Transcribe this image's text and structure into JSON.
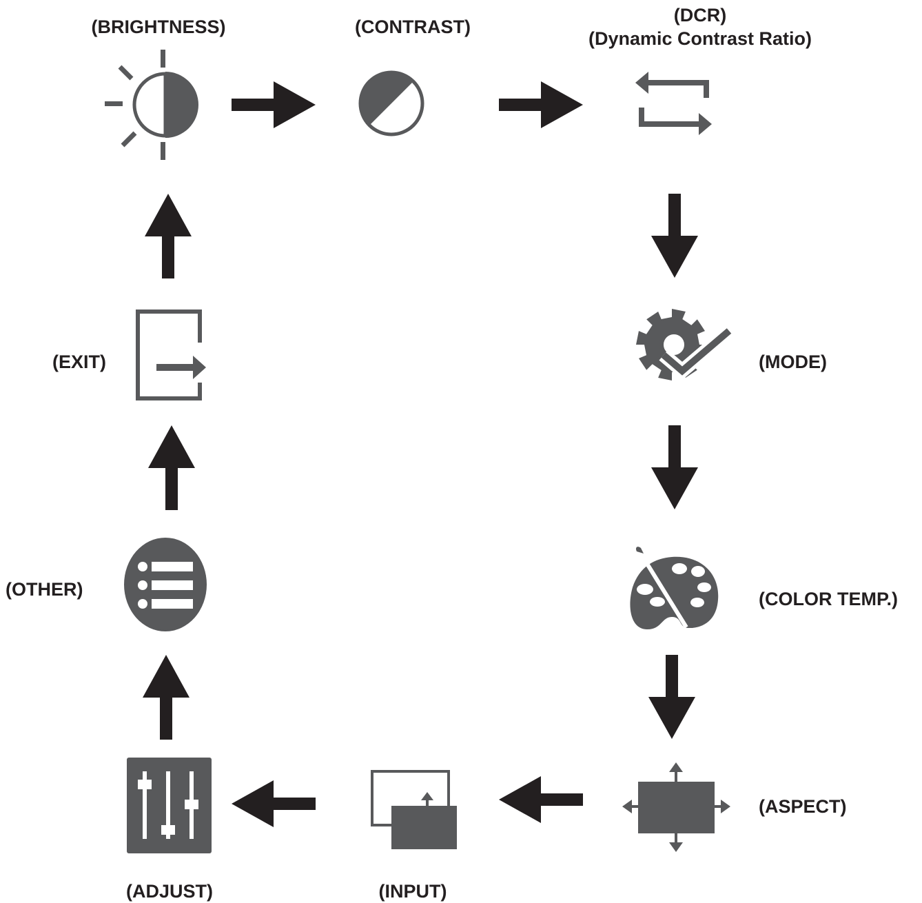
{
  "colors": {
    "icon": "#58595b",
    "arrow": "#231f20",
    "text": "#231f20",
    "background": "#ffffff"
  },
  "menu_items": [
    {
      "key": "brightness",
      "icon": "brightness-icon",
      "label": "(BRIGHTNESS)"
    },
    {
      "key": "contrast",
      "icon": "contrast-icon",
      "label": "(CONTRAST)"
    },
    {
      "key": "dcr",
      "icon": "dcr-cycle-icon",
      "label_line1": "(DCR)",
      "label_line2": "(Dynamic Contrast Ratio)"
    },
    {
      "key": "mode",
      "icon": "mode-gear-check-icon",
      "label": "(MODE)"
    },
    {
      "key": "color_temp",
      "icon": "palette-icon",
      "label": "(COLOR TEMP.)"
    },
    {
      "key": "aspect",
      "icon": "aspect-expand-icon",
      "label": "(ASPECT)"
    },
    {
      "key": "input",
      "icon": "input-source-icon",
      "label": "(INPUT)"
    },
    {
      "key": "adjust",
      "icon": "adjust-sliders-icon",
      "label": "(ADJUST)"
    },
    {
      "key": "other",
      "icon": "other-list-icon",
      "label": "(OTHER)"
    },
    {
      "key": "exit",
      "icon": "exit-icon",
      "label": "(EXIT)"
    }
  ],
  "flow": [
    [
      "brightness",
      "contrast"
    ],
    [
      "contrast",
      "dcr"
    ],
    [
      "dcr",
      "mode"
    ],
    [
      "mode",
      "color_temp"
    ],
    [
      "color_temp",
      "aspect"
    ],
    [
      "aspect",
      "input"
    ],
    [
      "input",
      "adjust"
    ],
    [
      "adjust",
      "other"
    ],
    [
      "other",
      "exit"
    ],
    [
      "exit",
      "brightness"
    ]
  ]
}
